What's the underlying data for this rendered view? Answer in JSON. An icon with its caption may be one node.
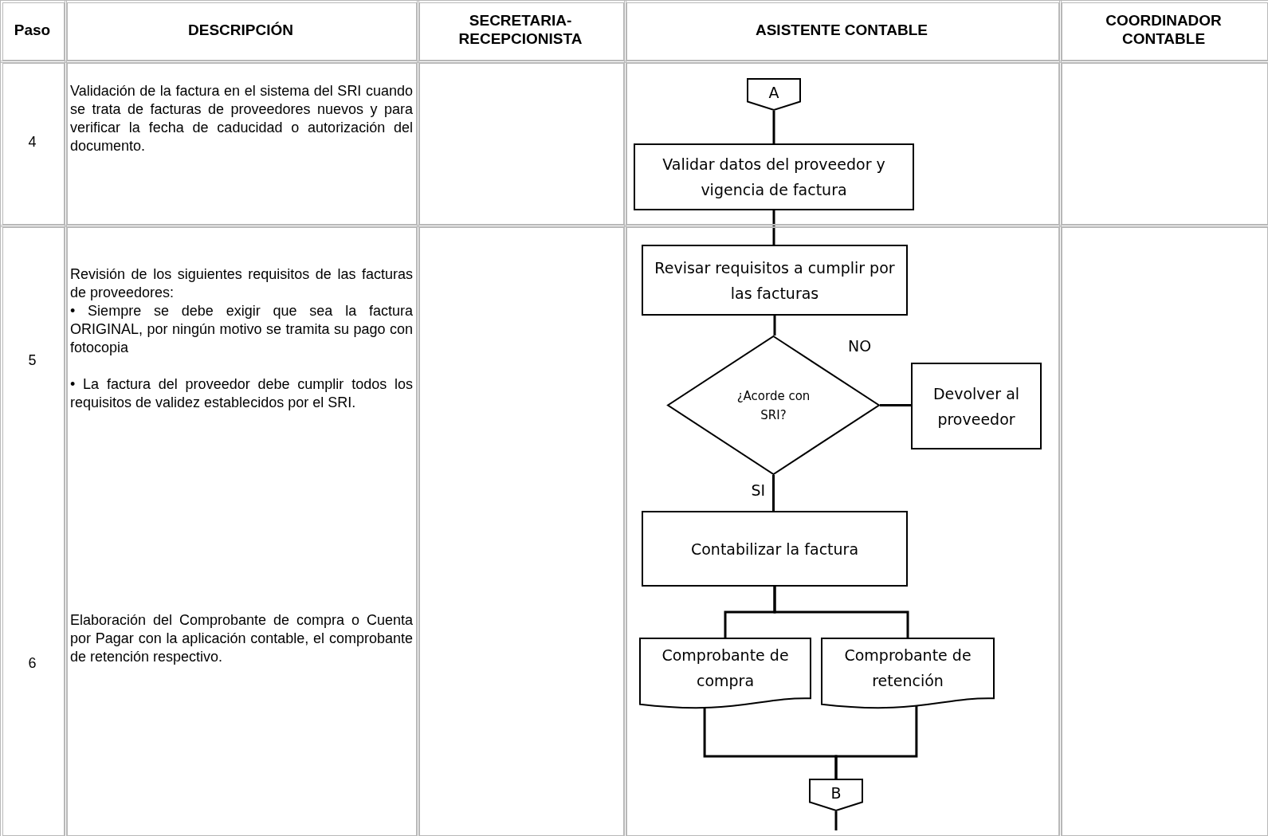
{
  "diagram": {
    "nodes": [
      {
        "text": [
          "A"
        ]
      },
      {
        "text": [
          "Validar datos del proveedor y vigencia de factura"
        ]
      },
      {
        "text": [
          "Revisar requisitos a cumplir por las facturas"
        ]
      },
      {
        "text": [
          "¿Acorde con SRI?"
        ]
      },
      {
        "text": [
          "Devolver al proveedor"
        ]
      },
      {
        "text": [
          "Contabilizar la factura"
        ]
      },
      {
        "text": [
          "Comprobante de compra"
        ]
      },
      {
        "text": [
          "Comprobante de retención"
        ]
      },
      {
        "text": [
          "B"
        ]
      }
    ],
    "edges": [
      {
        "from": 0,
        "to": 1,
        "arrow": "none"
      },
      {
        "from": 1,
        "to": 2,
        "arrow": "none"
      },
      {
        "from": 2,
        "to": 3,
        "arrow": "none"
      },
      {
        "from": 3,
        "to": 4,
        "arrow": "none",
        "label": "NO"
      },
      {
        "from": 3,
        "to": 5,
        "arrow": "none",
        "label": "SI"
      },
      {
        "from": 5,
        "to": 6,
        "arrow": "none"
      },
      {
        "from": 5,
        "to": 7,
        "arrow": "none"
      },
      {
        "from": 6,
        "to": 8,
        "arrow": "none"
      },
      {
        "from": 7,
        "to": 8,
        "arrow": "none"
      },
      {
        "from": 8,
        "to": null,
        "arrow": "none"
      }
    ],
    "labels": [
      "Paso",
      "DESCRIPCIÓN",
      "SECRETARIA-RECEPCIONISTA",
      "ASISTENTE CONTABLE",
      "COORDINADOR CONTABLE",
      "4",
      "Validación de la factura en el sistema del SRI cuando se trata de facturas de proveedores nuevos y para verificar la fecha de caducidad o autorización del documento.",
      "5",
      "Revisión de los siguientes requisitos de las facturas de proveedores:",
      "• Siempre se debe exigir que sea la factura ORIGINAL, por ningún motivo se tramita su pago con fotocopia",
      "• La factura del proveedor debe cumplir todos los requisitos de validez establecidos por el SRI.",
      "6",
      "Elaboración del Comprobante de compra o Cuenta por Pagar con la aplicación contable, el comprobante de retención respectivo."
    ]
  }
}
